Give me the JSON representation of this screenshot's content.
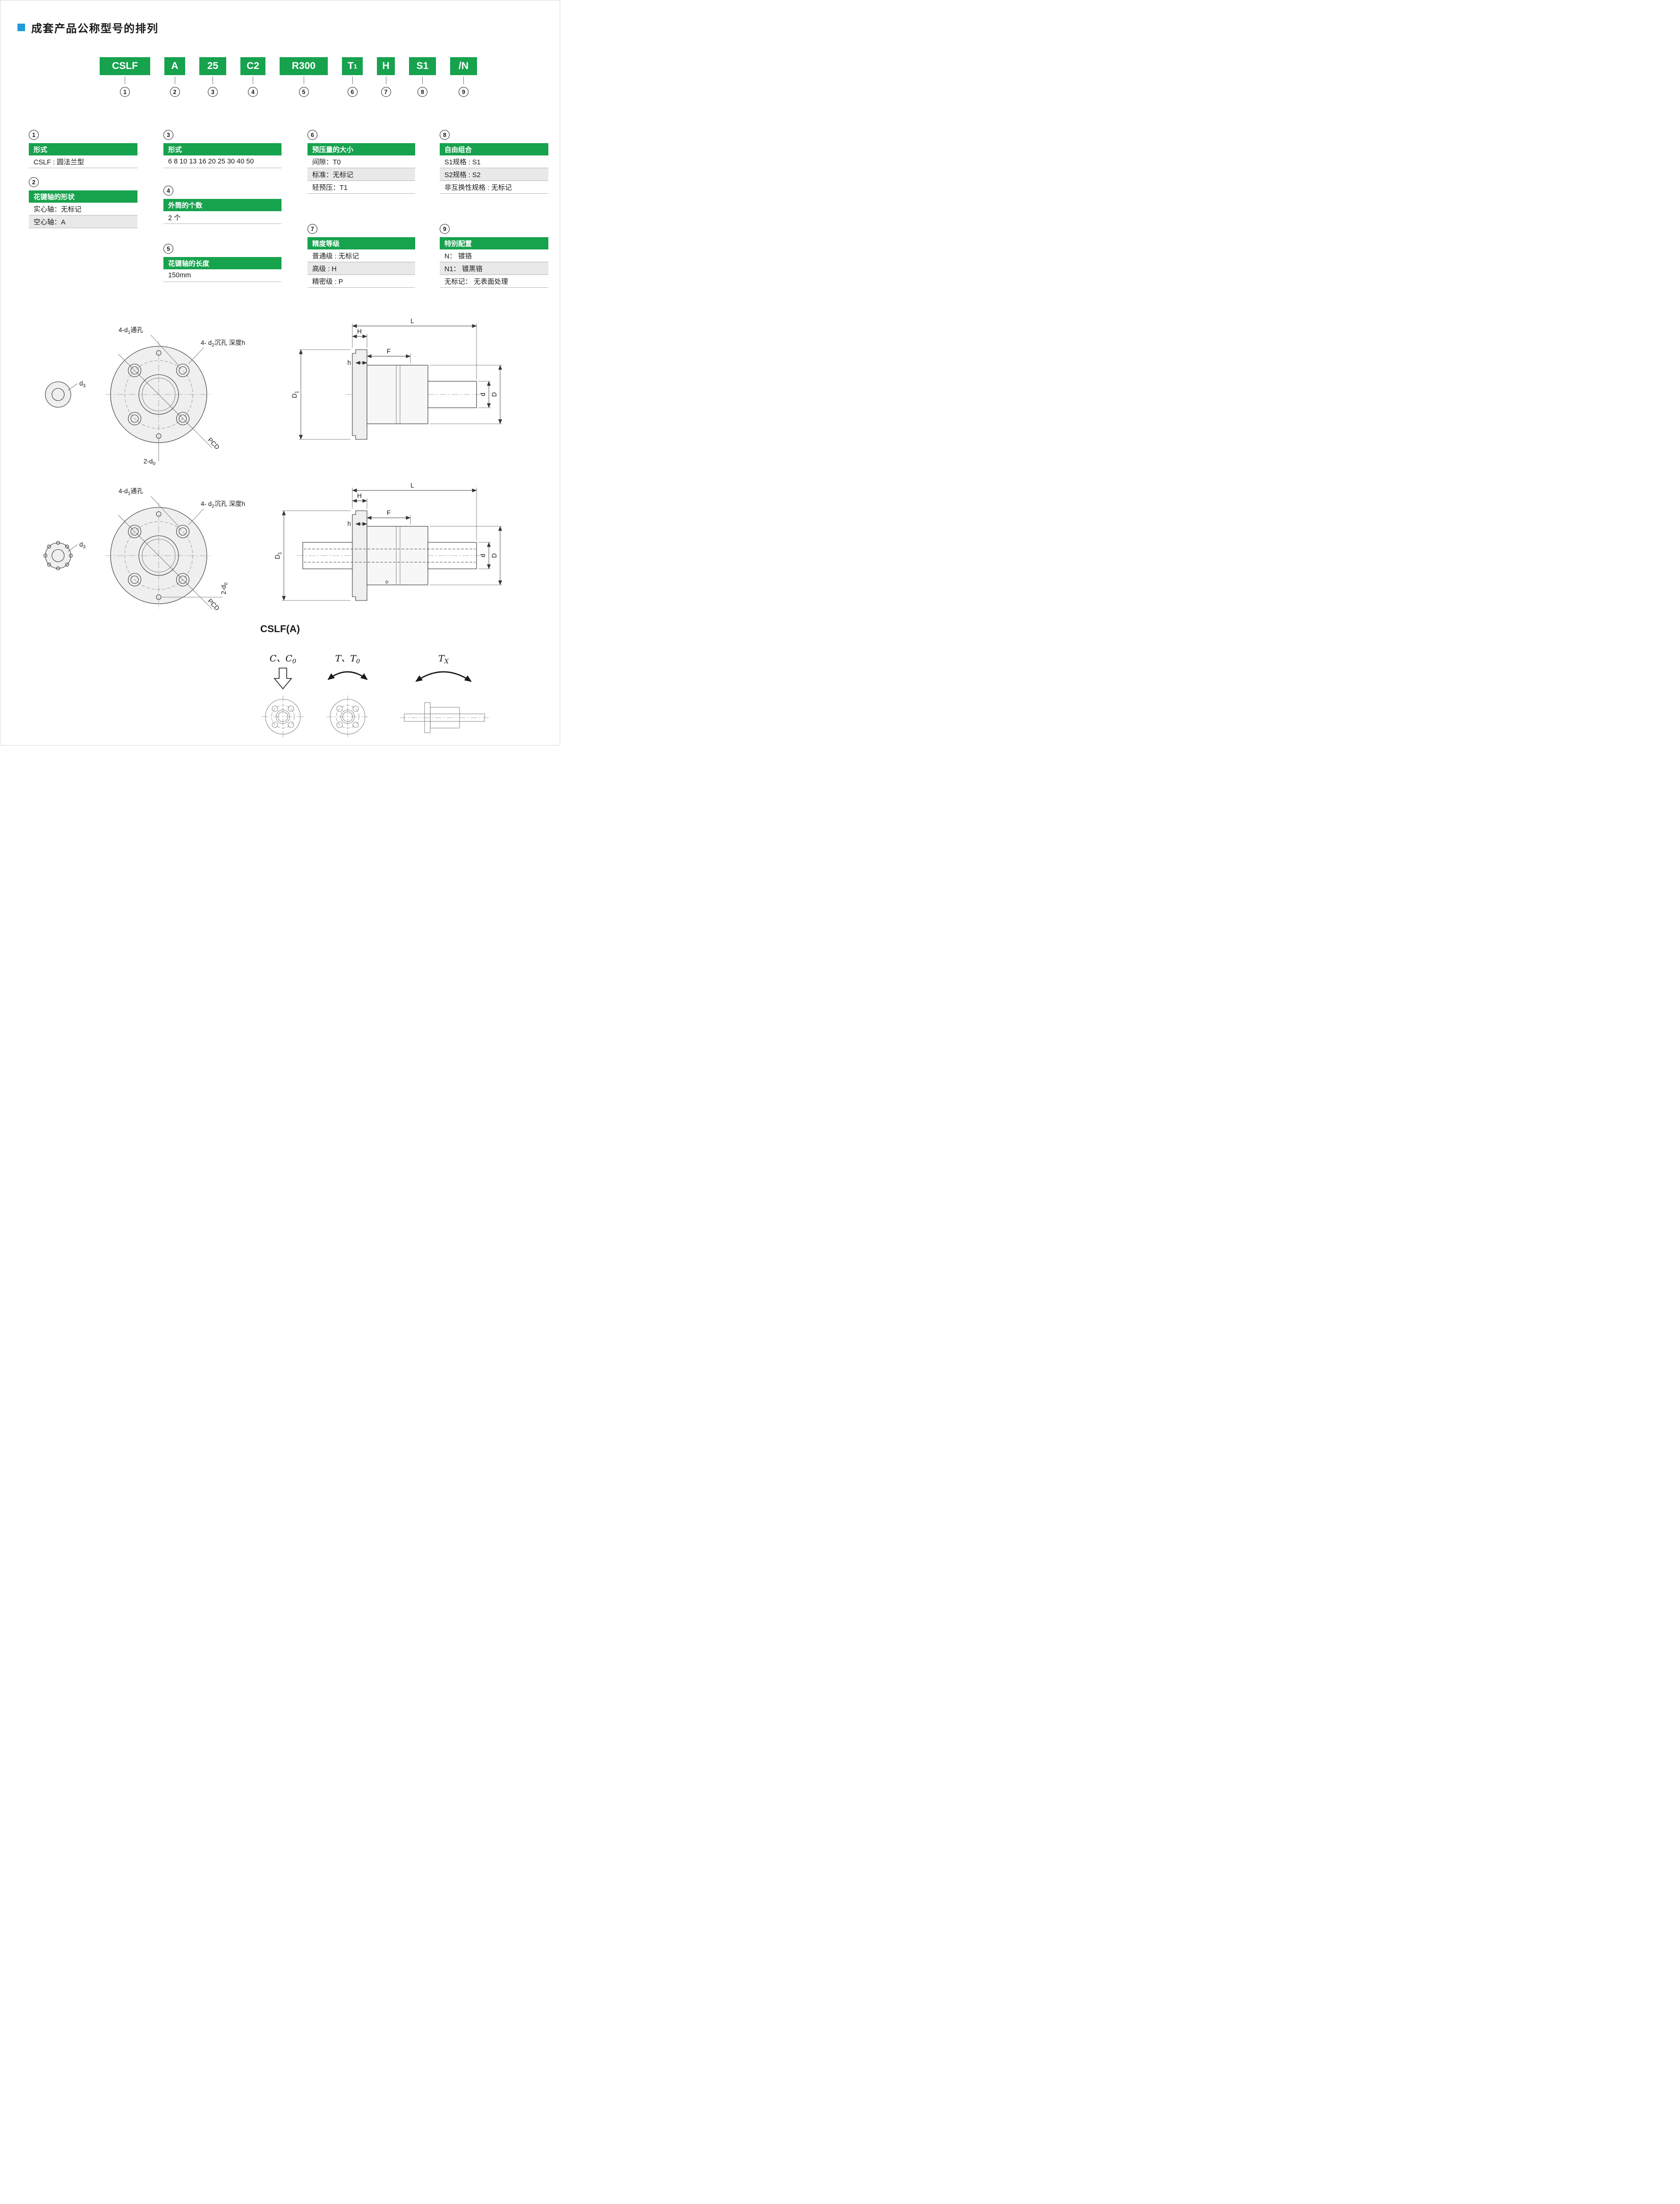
{
  "page": {
    "title": "成套产品公称型号的排列"
  },
  "model_code": {
    "segments": [
      {
        "label": "CSLF",
        "sub": "",
        "num": "1"
      },
      {
        "label": "A",
        "sub": "",
        "num": "2"
      },
      {
        "label": "25",
        "sub": "",
        "num": "3"
      },
      {
        "label": "C2",
        "sub": "",
        "num": "4"
      },
      {
        "label": "R300",
        "sub": "",
        "num": "5"
      },
      {
        "label": "T",
        "sub": "1",
        "num": "6"
      },
      {
        "label": "H",
        "sub": "",
        "num": "7"
      },
      {
        "label": "S1",
        "sub": "",
        "num": "8"
      },
      {
        "label": "/N",
        "sub": "",
        "num": "9"
      }
    ]
  },
  "legend": {
    "t1": {
      "num": "1",
      "title": "形式",
      "rows": [
        "CSLF : 圆法兰型"
      ]
    },
    "t2": {
      "num": "2",
      "title": "花键轴的形状",
      "rows": [
        "实心轴：无标记",
        "空心轴：A"
      ]
    },
    "t3": {
      "num": "3",
      "title": "形式",
      "rows": [
        "6 8 10 13 16 20 25 30 40 50"
      ]
    },
    "t4": {
      "num": "4",
      "title": "外筒的个数",
      "rows": [
        "2 个"
      ]
    },
    "t5": {
      "num": "5",
      "title": "花键轴的长度",
      "rows": [
        "150mm"
      ]
    },
    "t6": {
      "num": "6",
      "title": "预压量的大小",
      "rows": [
        "间隙：T0",
        "标准：无标记",
        "轻预压：T1"
      ]
    },
    "t7": {
      "num": "7",
      "title": "精度等级",
      "rows": [
        "普通级 : 无标记",
        "高级 : H",
        "精密级 : P"
      ]
    },
    "t8": {
      "num": "8",
      "title": "自由组合",
      "rows": [
        "S1规格 : S1",
        "S2规格 : S2",
        "非互换性规格 : 无标记"
      ]
    },
    "t9": {
      "num": "9",
      "title": "特别配置",
      "rows": [
        "N：  镀铬",
        "N1：  镀黑铬",
        "无标记：  无表面处理"
      ]
    }
  },
  "dims": {
    "d3": {
      "pre": "d",
      "sub": "3",
      "post": ""
    },
    "through_hole": {
      "pre": "4-d",
      "sub": "1",
      "post": "通孔"
    },
    "cbore": {
      "pre": "4- d",
      "sub": "2",
      "post": "沉孔  深度h"
    },
    "d0": {
      "pre": "2-d",
      "sub": "0",
      "post": ""
    },
    "pcd": "PCD",
    "L": "L",
    "H": "H",
    "F": "F",
    "h": "h",
    "D1": {
      "pre": "D",
      "sub": "1",
      "post": ""
    },
    "d": "d",
    "D": "D"
  },
  "figure": {
    "caption": "CSLF(A)"
  },
  "load_diagrams": {
    "radial": {
      "main": "C、C",
      "sub": "0"
    },
    "torque": {
      "main": "T、T",
      "sub": "0"
    },
    "moment": {
      "main": "T",
      "sub": "X"
    }
  }
}
